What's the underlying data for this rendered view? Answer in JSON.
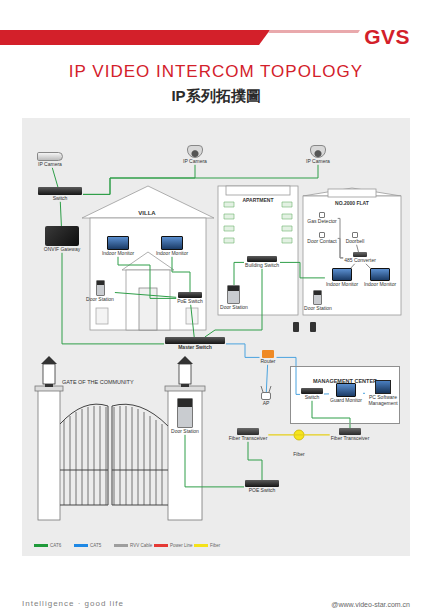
{
  "diagram": {
    "title": "IP VIDEO INTERCOM TOPOLOGY",
    "nodes": [
      {
        "text": [
          "IP Camera"
        ]
      },
      {
        "text": [
          "IP Camera"
        ]
      },
      {
        "text": [
          "IP Camera"
        ]
      },
      {
        "text": [
          "Switch"
        ]
      },
      {
        "text": [
          "ONVIF Gateway"
        ]
      },
      {
        "text": [
          "VILLA"
        ]
      },
      {
        "text": [
          "Indoor Monitor"
        ],
        "in": 5
      },
      {
        "text": [
          "Indoor Monitor"
        ],
        "in": 5
      },
      {
        "text": [
          "Door Station"
        ],
        "in": 5
      },
      {
        "text": [
          "PoE Switch"
        ],
        "in": 5
      },
      {
        "text": [
          "APARTMENT"
        ]
      },
      {
        "text": [
          "Building Switch"
        ],
        "in": 10
      },
      {
        "text": [
          "Door Station"
        ],
        "in": 10
      },
      {
        "text": [
          "NO.2000 FLAT"
        ]
      },
      {
        "text": [
          "Gas Detector"
        ],
        "in": 13
      },
      {
        "text": [
          "Door Contact"
        ],
        "in": 13
      },
      {
        "text": [
          "Doorbell"
        ],
        "in": 13
      },
      {
        "text": [
          "485 Converter"
        ],
        "in": 13
      },
      {
        "text": [
          "Indoor Monitor"
        ],
        "in": 13
      },
      {
        "text": [
          "Indoor Monitor"
        ],
        "in": 13
      },
      {
        "text": [
          "Door Station"
        ],
        "in": 13
      },
      {
        "text": [
          "Master Switch"
        ]
      },
      {
        "text": [
          "Router"
        ]
      },
      {
        "text": [
          "AP"
        ]
      },
      {
        "text": [
          "MANAGEMENT CENTER"
        ]
      },
      {
        "text": [
          "Switch"
        ],
        "in": 24
      },
      {
        "text": [
          "Guard Monitor"
        ],
        "in": 24
      },
      {
        "text": [
          "PC Software Management"
        ],
        "in": 24
      },
      {
        "text": [
          "Fiber Transceiver"
        ]
      },
      {
        "text": [
          "Fiber Transceiver"
        ]
      },
      {
        "text": [
          "Door Station"
        ]
      },
      {
        "text": [
          "POE Switch"
        ]
      }
    ],
    "edges": [
      {
        "from": 0,
        "to": 3,
        "arrow": "none"
      },
      {
        "from": 1,
        "to": 3,
        "arrow": "none"
      },
      {
        "from": 2,
        "to": 3,
        "arrow": "none"
      },
      {
        "from": 3,
        "to": 4,
        "arrow": "none"
      },
      {
        "from": 4,
        "to": 21,
        "arrow": "none"
      },
      {
        "from": 6,
        "to": 9,
        "arrow": "none"
      },
      {
        "from": 7,
        "to": 9,
        "arrow": "none"
      },
      {
        "from": 8,
        "to": 9,
        "arrow": "none"
      },
      {
        "from": 9,
        "to": 21,
        "arrow": "none"
      },
      {
        "from": 12,
        "to": 11,
        "arrow": "none"
      },
      {
        "from": 11,
        "to": 21,
        "arrow": "none"
      },
      {
        "from": 18,
        "to": 11,
        "arrow": "none"
      },
      {
        "from": 14,
        "to": 17,
        "arrow": "none"
      },
      {
        "from": 15,
        "to": 17,
        "arrow": "none"
      },
      {
        "from": 16,
        "to": 17,
        "arrow": "none"
      },
      {
        "from": 17,
        "to": 18,
        "arrow": "none"
      },
      {
        "from": 17,
        "to": 19,
        "arrow": "none"
      },
      {
        "from": 21,
        "to": 22,
        "arrow": "none"
      },
      {
        "from": 23,
        "to": 22,
        "arrow": "none"
      },
      {
        "from": 22,
        "to": 25,
        "arrow": "none"
      },
      {
        "from": 25,
        "to": 26,
        "arrow": "none"
      },
      {
        "from": 26,
        "to": 27,
        "arrow": "none"
      },
      {
        "from": 28,
        "to": 29,
        "label": "Fiber",
        "arrow": "none"
      },
      {
        "from": 29,
        "to": 25,
        "arrow": "none"
      },
      {
        "from": 30,
        "to": 31,
        "arrow": "none"
      },
      {
        "from": 31,
        "to": 28,
        "arrow": "none"
      }
    ],
    "labels": [
      "IP系列拓撲圖",
      "GVS",
      "GATE OF THE COMMUNITY",
      "Intelligence · good life",
      "@www.video-star.com.cn"
    ],
    "legend": [
      {
        "text": "CAT6",
        "color": "#1f9a3a"
      },
      {
        "text": "CAT5",
        "color": "#1e88e5"
      },
      {
        "text": "RVV Cable",
        "color": "#9e9e9e"
      },
      {
        "text": "Power Line",
        "color": "#e53935"
      },
      {
        "text": "Fiber",
        "color": "#f4e21a"
      }
    ]
  }
}
